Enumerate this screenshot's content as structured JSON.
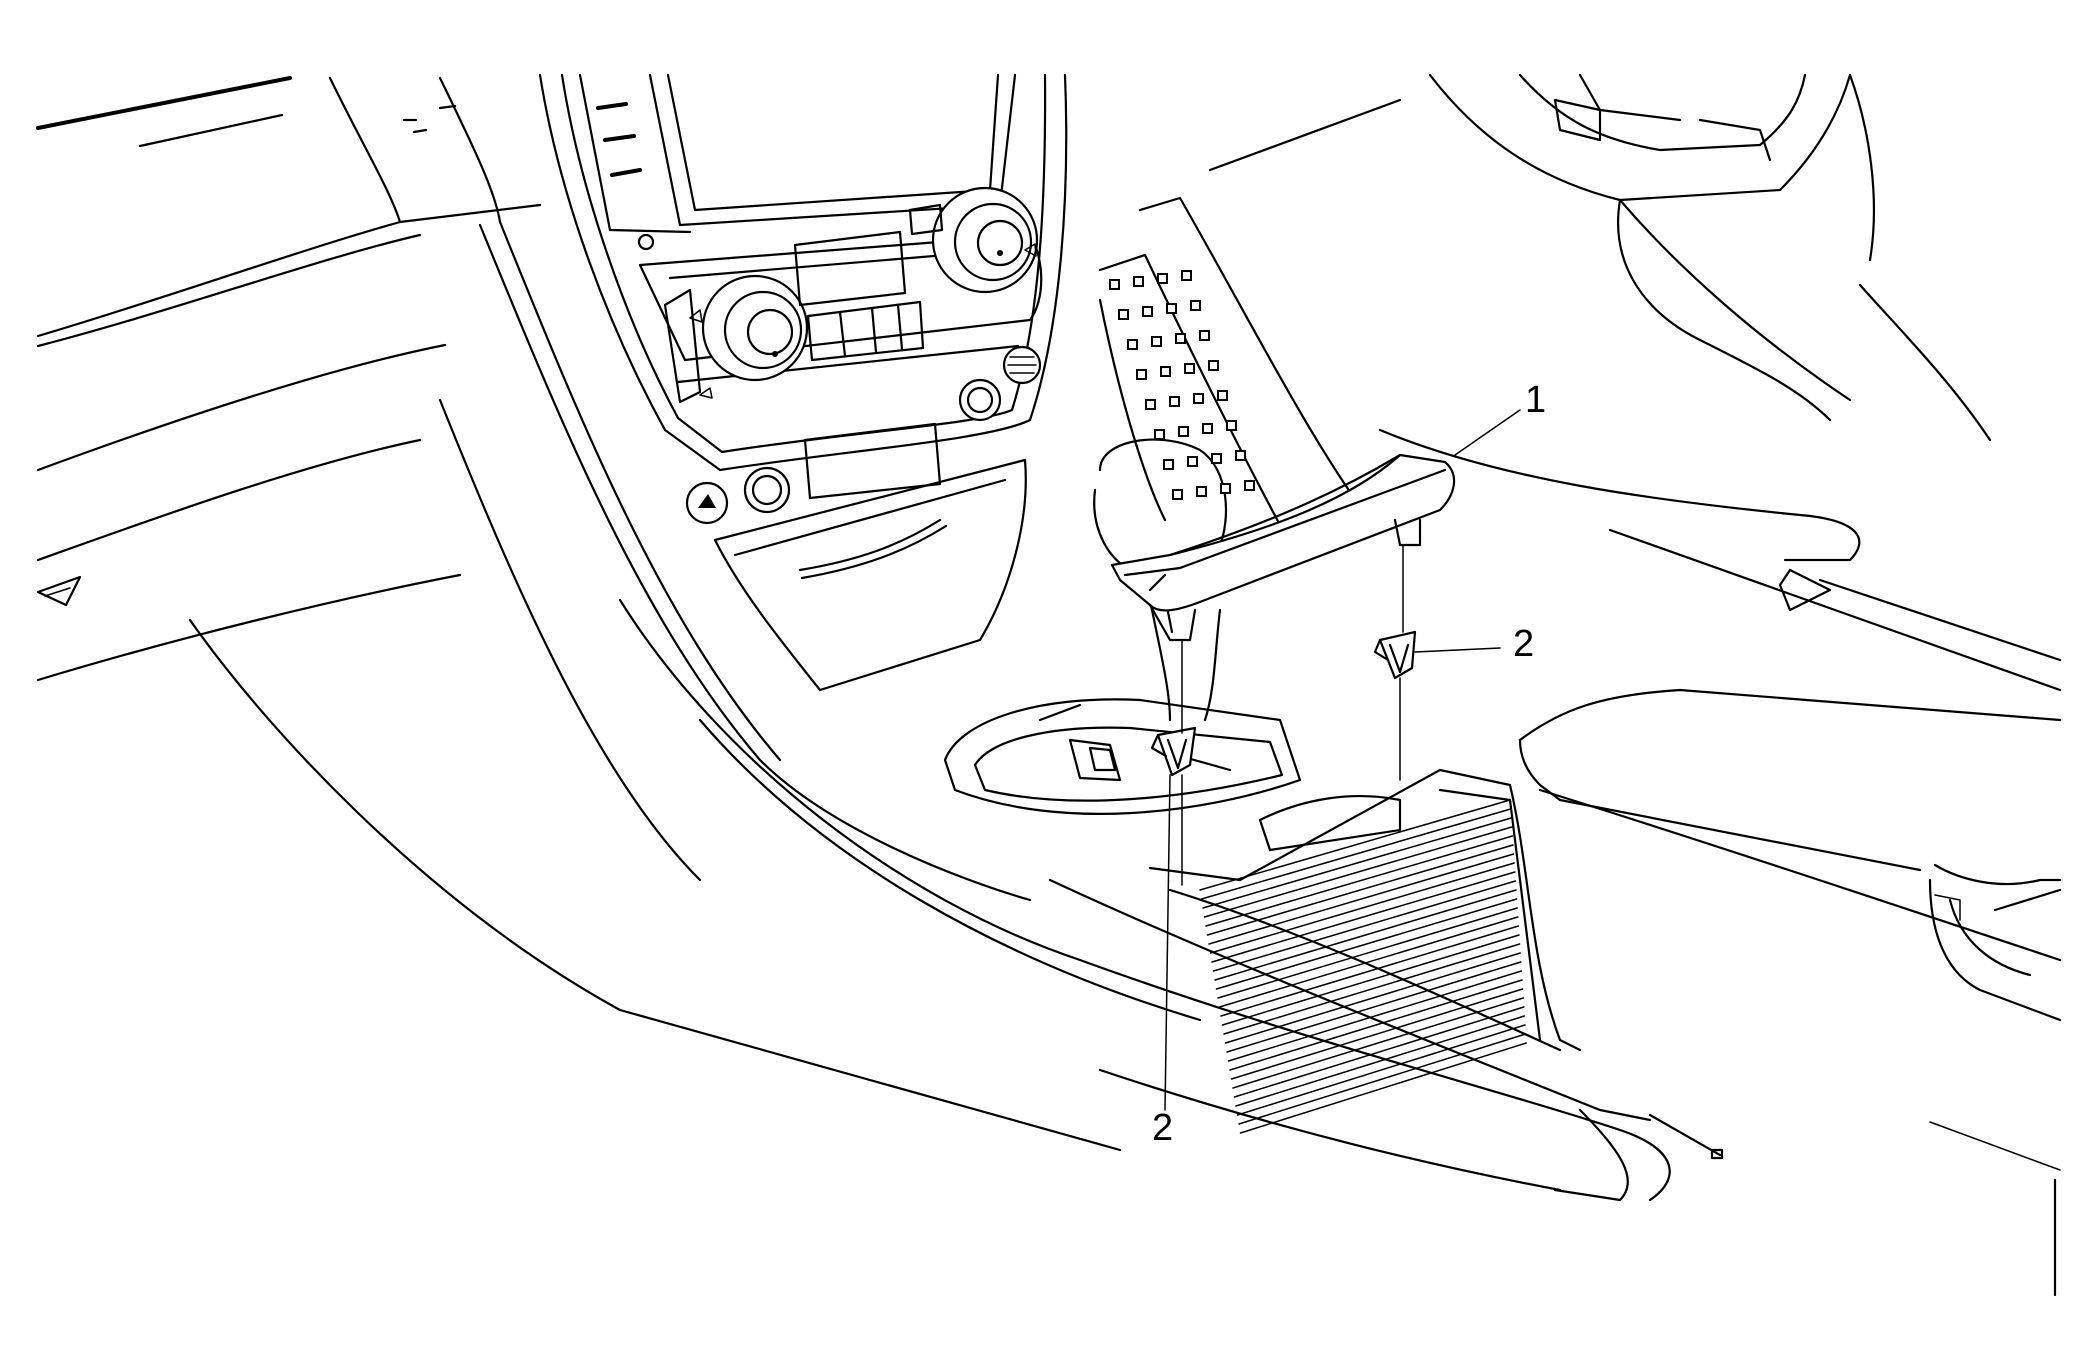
{
  "figure": {
    "callouts": [
      {
        "id": "part-1",
        "label": "1"
      },
      {
        "id": "clip-right",
        "label": "2"
      },
      {
        "id": "clip-left",
        "label": "2"
      }
    ]
  }
}
